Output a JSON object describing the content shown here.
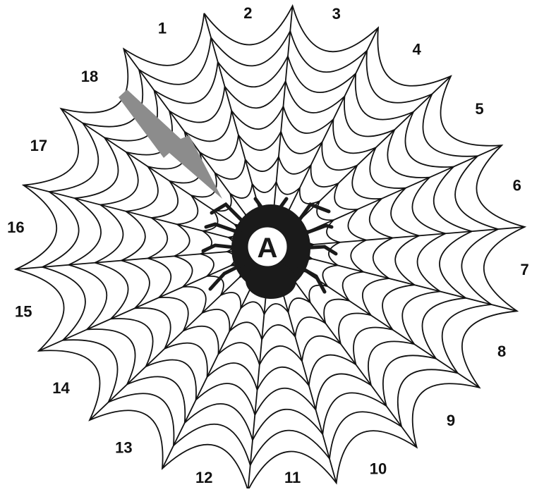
{
  "spider_label": "A",
  "sector_labels": [
    "1",
    "2",
    "3",
    "4",
    "5",
    "6",
    "7",
    "8",
    "9",
    "10",
    "11",
    "12",
    "13",
    "14",
    "15",
    "16",
    "17",
    "18"
  ],
  "ring_count": 9,
  "colors": {
    "background": "#ffffff",
    "web": "#111111",
    "spider": "#1a1a1a",
    "arrow": "#8c8c8c",
    "label_fill": "#ffffff"
  }
}
